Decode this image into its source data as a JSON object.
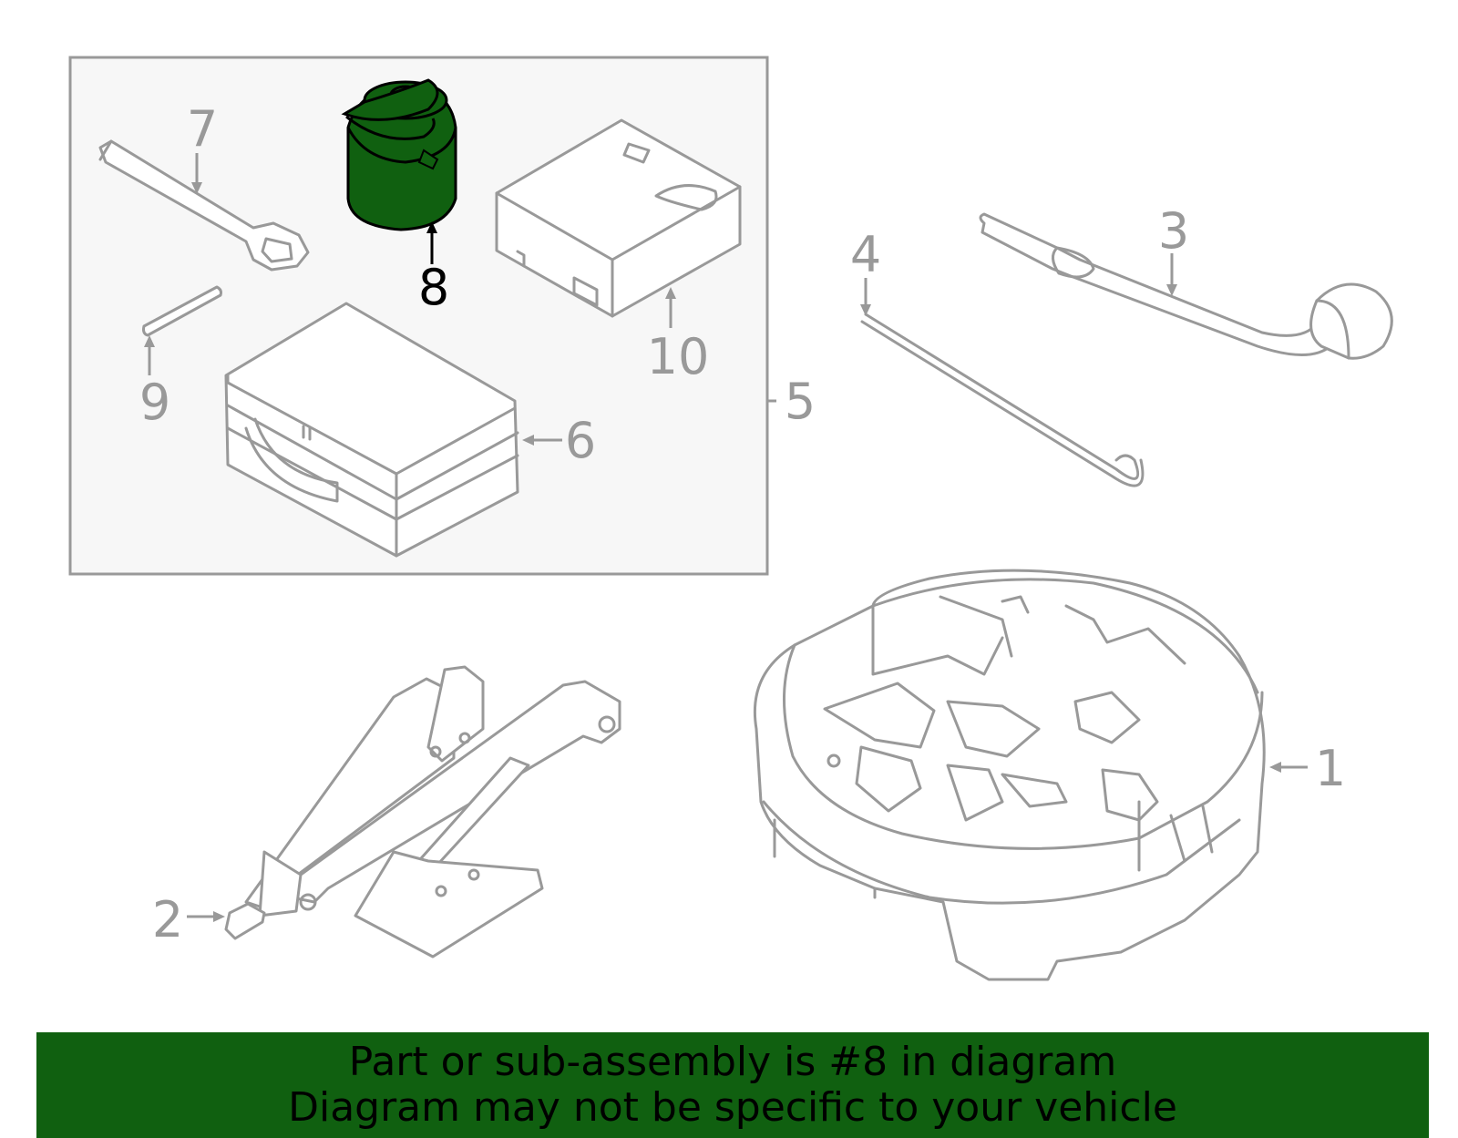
{
  "colors": {
    "highlight": "#106010",
    "line": "#999999",
    "kit_box_bg": "#f7f7f7",
    "banner_bg": "#106010",
    "banner_text": "#000000"
  },
  "callouts": {
    "c1": "1",
    "c2": "2",
    "c3": "3",
    "c4": "4",
    "c5": "5",
    "c6": "6",
    "c7": "7",
    "c8": "8",
    "c9": "9",
    "c10": "10"
  },
  "highlighted_part": "8",
  "banner": {
    "line1": "Part or sub-assembly is #8 in diagram",
    "line2": "Diagram may not be specific to your vehicle"
  }
}
